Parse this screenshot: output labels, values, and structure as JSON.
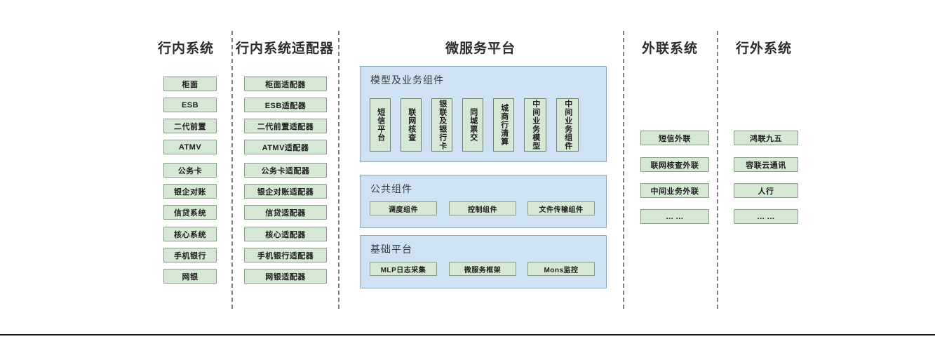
{
  "diagram": {
    "columns": [
      {
        "id": "inbank",
        "title": "行内系统",
        "items": [
          "柜面",
          "ESB",
          "二代前置",
          "ATMV",
          "公务卡",
          "银企对账",
          "信贷系统",
          "核心系统",
          "手机银行",
          "网银"
        ]
      },
      {
        "id": "adapter",
        "title": "行内系统适配器",
        "items": [
          "柜面适配器",
          "ESB适配器",
          "二代前置适配器",
          "ATMV适配器",
          "公务卡适配器",
          "银企对账适配器",
          "信贷适配器",
          "核心适配器",
          "手机银行适配器",
          "网银适配器"
        ]
      },
      {
        "id": "platform",
        "title": "微服务平台",
        "groups": [
          {
            "id": "model-business-components",
            "title": "模型及业务组件",
            "orientation": "vertical",
            "items": [
              "短信平台",
              "联网核查",
              "银联及银行卡",
              "同城票交",
              "城商行清算",
              "中间业务模型",
              "中间业务组件"
            ]
          },
          {
            "id": "public-components",
            "title": "公共组件",
            "orientation": "horizontal",
            "items": [
              "调度组件",
              "控制组件",
              "文件传输组件"
            ]
          },
          {
            "id": "base-platform",
            "title": "基础平台",
            "orientation": "horizontal",
            "items": [
              "MLP日志采集",
              "微服务框架",
              "Mons监控"
            ]
          }
        ]
      },
      {
        "id": "external-link",
        "title": "外联系统",
        "items": [
          "短信外联",
          "联网核查外联",
          "中间业务外联",
          "... ..."
        ]
      },
      {
        "id": "outbank",
        "title": "行外系统",
        "items": [
          "鸿联九五",
          "容联云通讯",
          "人行",
          "... ..."
        ]
      }
    ],
    "colors": {
      "leaf_fill": "#d5e8d4",
      "leaf_border": "#8c9c8a",
      "panel_fill": "#cfe2f3",
      "panel_border": "#8fa9c4",
      "divider": "#7f7f7f",
      "title_text": "#2b2b2b",
      "panel_title_text": "#3b3b3b",
      "bottom_rule": "#1a1a1a",
      "background": "#ffffff"
    }
  }
}
